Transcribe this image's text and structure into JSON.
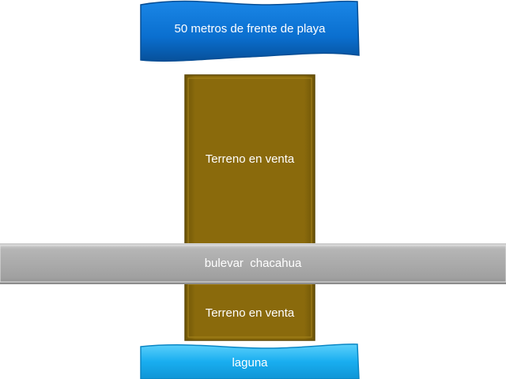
{
  "top_banner": {
    "text": "50 metros de frente de playa"
  },
  "upper_plot": {
    "text": "Terreno en venta"
  },
  "road": {
    "text": "bulevar  chacahua"
  },
  "lower_plot": {
    "text": "Terreno en venta"
  },
  "lagoon": {
    "text": "laguna"
  },
  "colors": {
    "beach_banner": "#0a6fcf",
    "plot_fill": "#8a6a0c",
    "road_fill": "#a6a6a6",
    "lagoon_banner": "#19aef0"
  }
}
